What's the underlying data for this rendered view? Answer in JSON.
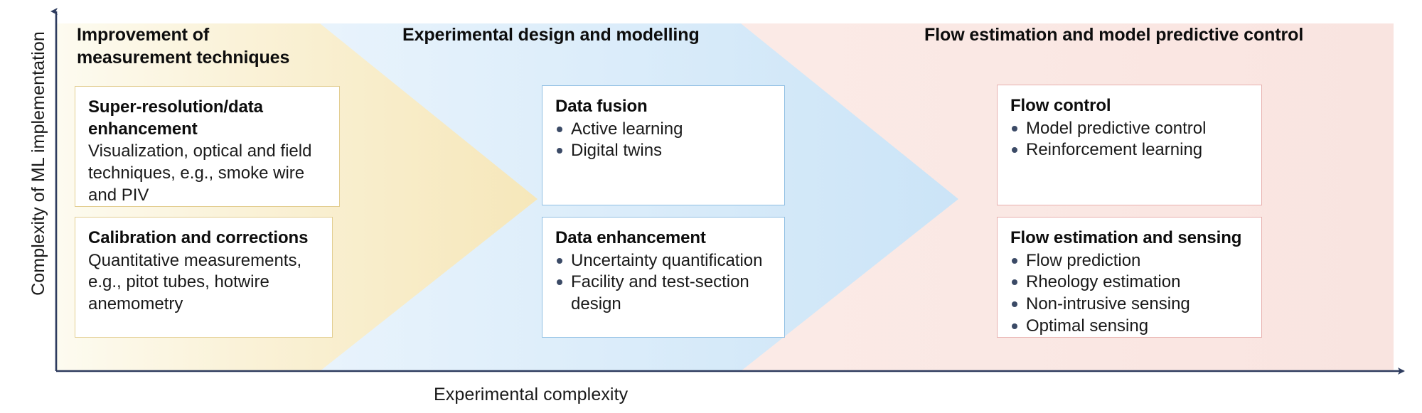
{
  "axes": {
    "y_label": "Complexity of ML implementation",
    "x_label": "Experimental complexity",
    "axis_color": "#2d3b5e"
  },
  "bands": [
    {
      "id": "band-improvement",
      "name": "improvement-band",
      "fill_light": "#fdfbf0",
      "fill_dark": "#f6e7ba"
    },
    {
      "id": "band-experimental",
      "name": "experimental-band",
      "fill_light": "#f3f8fd",
      "fill_dark": "#cbe4f7"
    },
    {
      "id": "band-flow",
      "name": "flow-band",
      "fill_light": "#fdf3f1",
      "fill_dark": "#fae7e3"
    }
  ],
  "stages": [
    {
      "header": "Improvement of\nmeasurement techniques",
      "header_line_1": "Improvement of",
      "header_line_2": "measurement techniques",
      "accent": "#e3ce92"
    },
    {
      "header": "Experimental design and modelling",
      "accent": "#90bfe3"
    },
    {
      "header": "Flow estimation and model predictive control",
      "accent": "#e8b0ae"
    }
  ],
  "cards": [
    {
      "title": "Super-resolution/data enhancement",
      "description": "Visualization, optical and field techniques, e.g., smoke wire and PIV",
      "items": []
    },
    {
      "title": "Calibration and corrections",
      "description": "Quantitative measurements, e.g., pitot tubes, hotwire anemometry",
      "items": []
    },
    {
      "title": "Data fusion",
      "description": "",
      "items": [
        "Active learning",
        "Digital twins"
      ]
    },
    {
      "title": "Data enhancement",
      "description": "",
      "items": [
        "Uncertainty quantification",
        "Facility and test-section design"
      ]
    },
    {
      "title": "Flow control",
      "description": "",
      "items": [
        "Model predictive control",
        "Reinforcement learning"
      ]
    },
    {
      "title": "Flow estimation and sensing",
      "description": "",
      "items": [
        "Flow prediction",
        "Rheology estimation",
        "Non-intrusive sensing",
        "Optimal sensing"
      ]
    }
  ],
  "bullet_color": "#3b4a66"
}
